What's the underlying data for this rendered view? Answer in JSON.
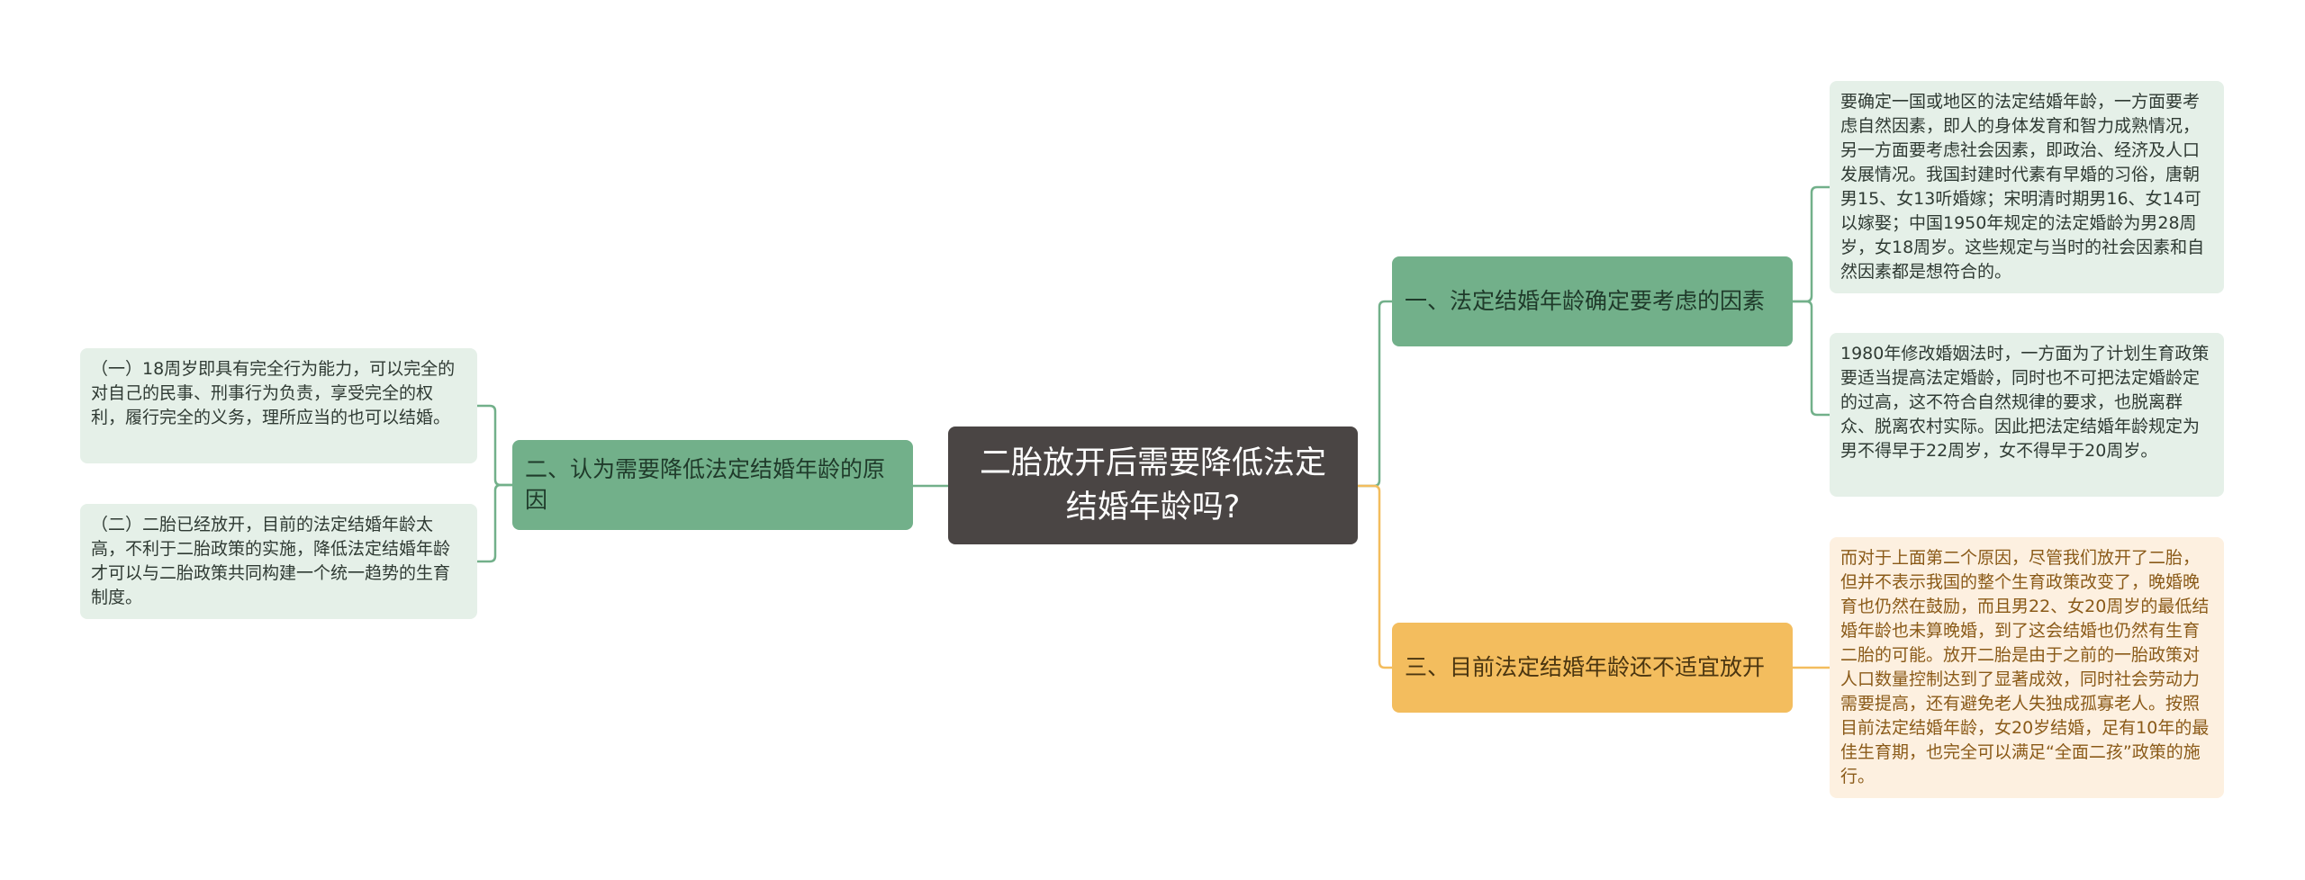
{
  "colors": {
    "root_bg": "#4a4544",
    "green_branch": "#72b08a",
    "green_leaf": "#e5f0e8",
    "orange_branch": "#f3bd5e",
    "orange_leaf": "#fdf0e0",
    "green_line": "#72b08a",
    "orange_line": "#f3bd5e"
  },
  "root": {
    "title": "二胎放开后需要降低法定结婚年龄吗?"
  },
  "branches": [
    {
      "label": "一、法定结婚年龄确定要考虑的因素",
      "leaves": [
        "要确定一国或地区的法定结婚年龄，一方面要考虑自然因素，即人的身体发育和智力成熟情况，另一方面要考虑社会因素，即政治、经济及人口发展情况。我国封建时代素有早婚的习俗，唐朝男15、女13听婚嫁；宋明清时期男16、女14可以嫁娶；中国1950年规定的法定婚龄为男28周岁，女18周岁。这些规定与当时的社会因素和自然因素都是想符合的。",
        "1980年修改婚姻法时，一方面为了计划生育政策要适当提高法定婚龄，同时也不可把法定婚龄定的过高，这不符合自然规律的要求，也脱离群众、脱离农村实际。因此把法定结婚年龄规定为男不得早于22周岁，女不得早于20周岁。"
      ]
    },
    {
      "label": "二、认为需要降低法定结婚年龄的原因",
      "leaves": [
        "（一）18周岁即具有完全行为能力，可以完全的对自己的民事、刑事行为负责，享受完全的权利，履行完全的义务，理所应当的也可以结婚。",
        "（二）二胎已经放开，目前的法定结婚年龄太高，不利于二胎政策的实施，降低法定结婚年龄才可以与二胎政策共同构建一个统一趋势的生育制度。"
      ]
    },
    {
      "label": "三、目前法定结婚年龄还不适宜放开",
      "leaves": [
        "而对于上面第二个原因，尽管我们放开了二胎，但并不表示我国的整个生育政策改变了，晚婚晚育也仍然在鼓励，而且男22、女20周岁的最低结婚年龄也未算晚婚，到了这会结婚也仍然有生育二胎的可能。放开二胎是由于之前的一胎政策对人口数量控制达到了显著成效，同时社会劳动力需要提高，还有避免老人失独成孤寡老人。按照目前法定结婚年龄，女20岁结婚，足有10年的最佳生育期，也完全可以满足“全面二孩”政策的施行。"
      ]
    }
  ]
}
